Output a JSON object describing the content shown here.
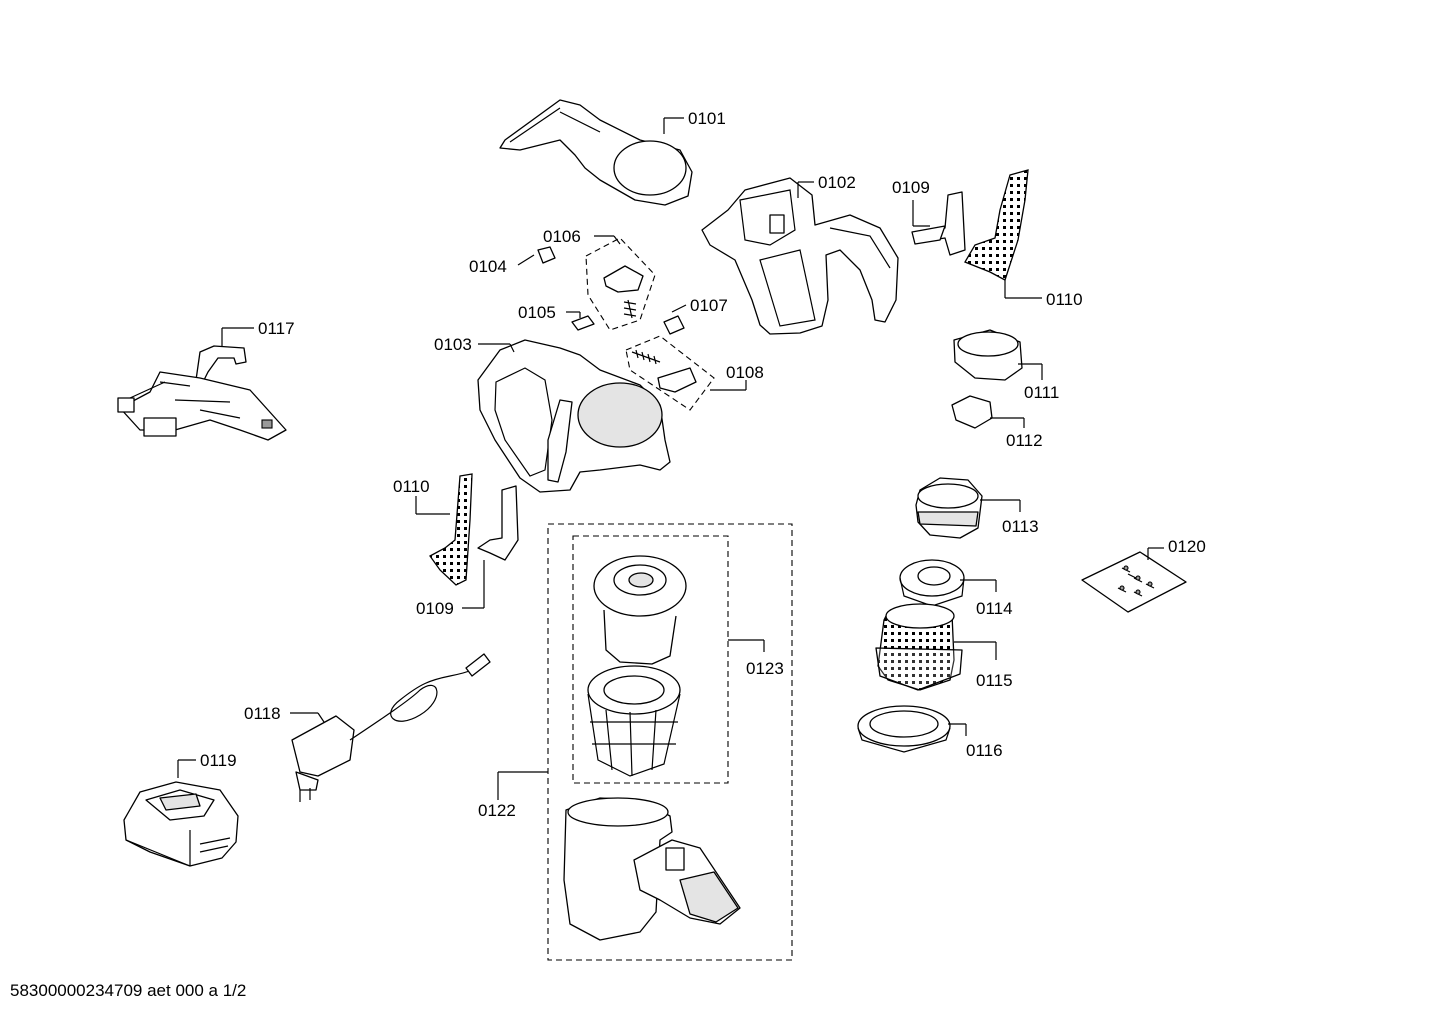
{
  "parts": {
    "p0101": "0101",
    "p0102": "0102",
    "p0103": "0103",
    "p0104": "0104",
    "p0105": "0105",
    "p0106": "0106",
    "p0107": "0107",
    "p0108": "0108",
    "p0109a": "0109",
    "p0109b": "0109",
    "p0110a": "0110",
    "p0110b": "0110",
    "p0111": "0111",
    "p0112": "0112",
    "p0113": "0113",
    "p0114": "0114",
    "p0115": "0115",
    "p0116": "0116",
    "p0117": "0117",
    "p0118": "0118",
    "p0119": "0119",
    "p0120": "0120",
    "p0122": "0122",
    "p0123": "0123"
  },
  "footer": {
    "document_id": "58300000234709 aet 000 a 1/2"
  }
}
